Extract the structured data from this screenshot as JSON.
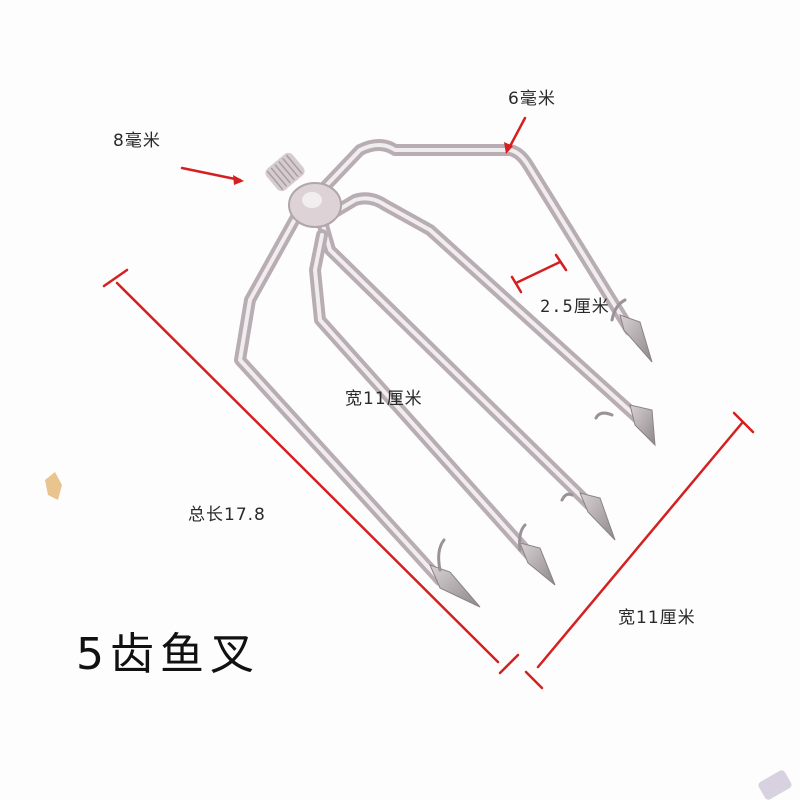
{
  "product": {
    "title": "5齿鱼叉",
    "prongs": 5
  },
  "annotations": {
    "thread_diameter": "8毫米",
    "rod_diameter": "6毫米",
    "prong_spacing": "2.5厘米",
    "inner_width": "宽11厘米",
    "total_length": "总长17.8",
    "outer_width": "宽11厘米"
  },
  "colors": {
    "background": "#fdfdfd",
    "dimension_line": "#d42020",
    "metal": "#c9bfc3",
    "metal_highlight": "#efe9ec",
    "metal_shadow": "#9d9398",
    "text": "#2a2a2a"
  }
}
